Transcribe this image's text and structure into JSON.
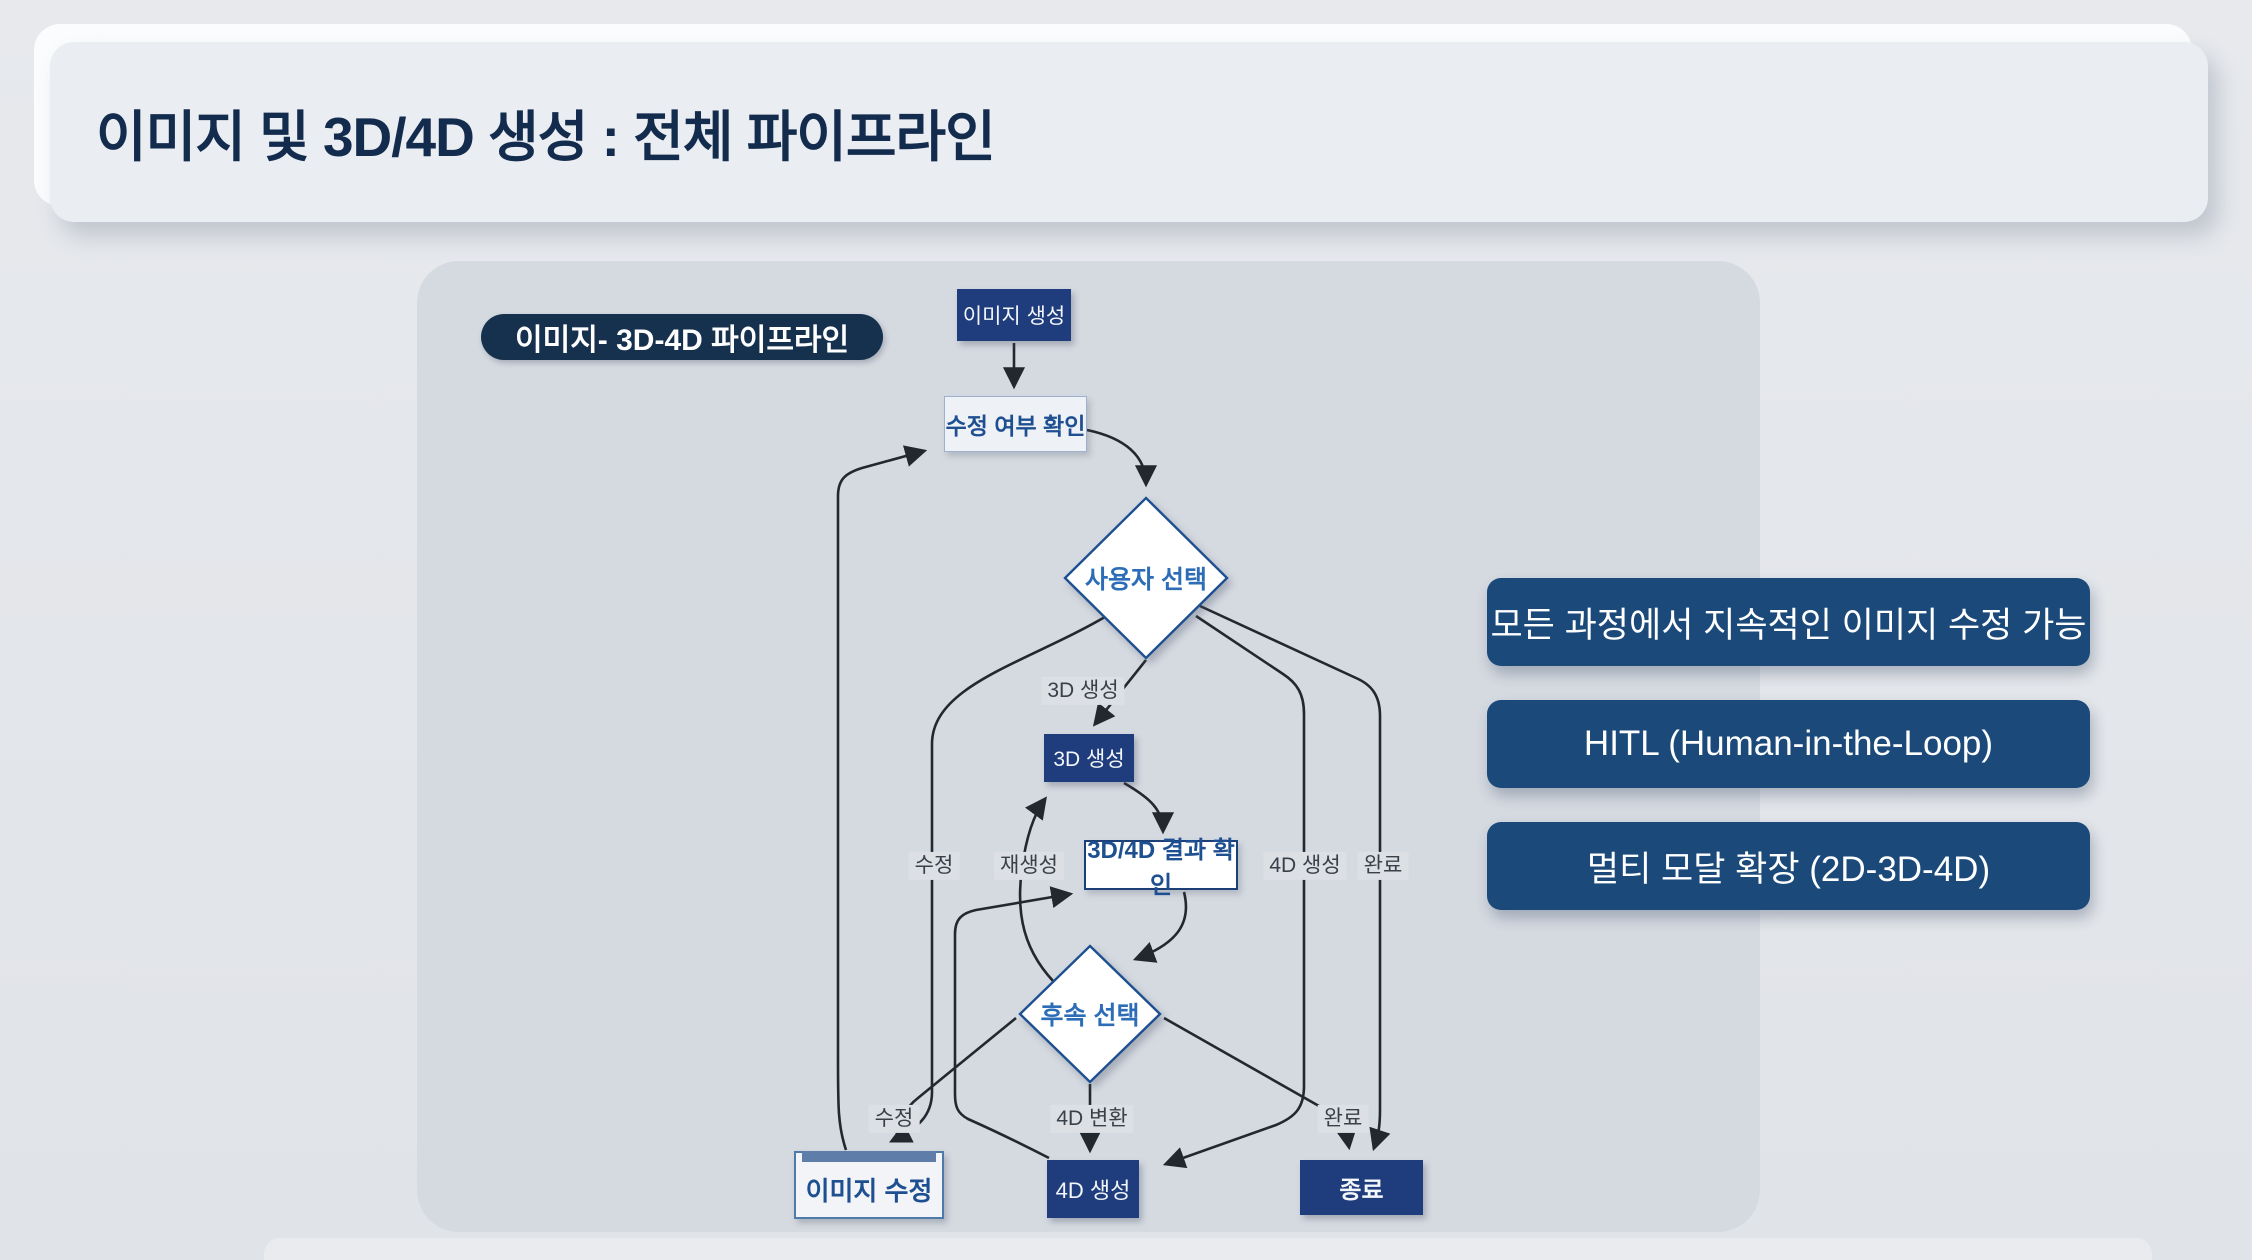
{
  "header": {
    "title": "이미지 및 3D/4D 생성 : 전체 파이프라인"
  },
  "diagram": {
    "badge": "이미지- 3D-4D 파이프라인",
    "nodes": {
      "image_gen": "이미지 생성",
      "edit_check": "수정 여부 확인",
      "user_choice": "사용자 선택",
      "gen_3d": "3D 생성",
      "result_check": "3D/4D 결과 확인",
      "follow_choice": "후속 선택",
      "image_edit": "이미지 수정",
      "gen_4d": "4D 생성",
      "end": "종료"
    },
    "edge_labels": {
      "to_3d": "3D 생성",
      "edit_from_user": "수정",
      "regen": "재생성",
      "to_4d": "4D 생성",
      "done_from_user": "완료",
      "edit_from_follow": "수정",
      "convert_4d": "4D 변환",
      "done_from_follow": "완료"
    }
  },
  "callouts": [
    {
      "label": "모든 과정에서 지속적인 이미지 수정 가능"
    },
    {
      "label": "HITL (Human-in-the-Loop)"
    },
    {
      "label": "멀티 모달 확장 (2D-3D-4D)"
    }
  ],
  "colors": {
    "page_bg": "#e4e6ea",
    "panel_bg": "#d5dae1",
    "title_navy": "#132c4e",
    "badge_navy": "#16314e",
    "node_blue": "#1f3d7c",
    "callout_navy": "#1b4a7a",
    "outline_blue": "#1d4f91",
    "line": "#23272e"
  }
}
